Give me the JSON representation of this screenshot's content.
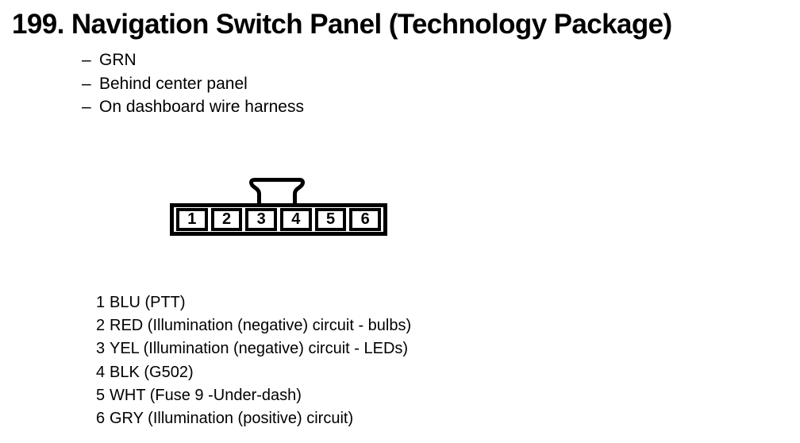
{
  "page": {
    "title": "199. Navigation Switch Panel (Technology Package)"
  },
  "notes": {
    "bullet": "–",
    "items": [
      "GRN",
      "Behind center panel",
      "On dashboard wire harness"
    ]
  },
  "connector": {
    "description": "6-cavity connector, front view, latch tab on top",
    "cells": [
      "1",
      "2",
      "3",
      "4",
      "5",
      "6"
    ]
  },
  "pinlist": {
    "rows": [
      {
        "num": "1",
        "desc": "BLU (PTT)"
      },
      {
        "num": "2",
        "desc": "RED (Illumination (negative) circuit - bulbs)"
      },
      {
        "num": "3",
        "desc": "YEL (Illumination (negative) circuit - LEDs)"
      },
      {
        "num": "4",
        "desc": "BLK (G502)"
      },
      {
        "num": "5",
        "desc": "WHT (Fuse 9 -Under-dash)"
      },
      {
        "num": "6",
        "desc": "GRY (Illumination (positive) circuit)"
      }
    ]
  },
  "colors": {
    "ink": "#000000",
    "paper": "#ffffff"
  }
}
